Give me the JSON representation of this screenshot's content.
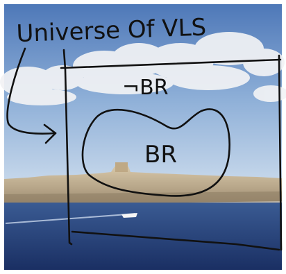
{
  "diagram": {
    "title_text": "Universe Of VLS",
    "inner_region_label": "BR",
    "outer_region_label": "¬BR"
  },
  "colors": {
    "sky_top": "#4f79b9",
    "sky_bottom": "#b9cde6",
    "cloud": "#f3f4f6",
    "cliff": "#c9b79a",
    "sea": "#233f78",
    "ink": "#111111"
  }
}
